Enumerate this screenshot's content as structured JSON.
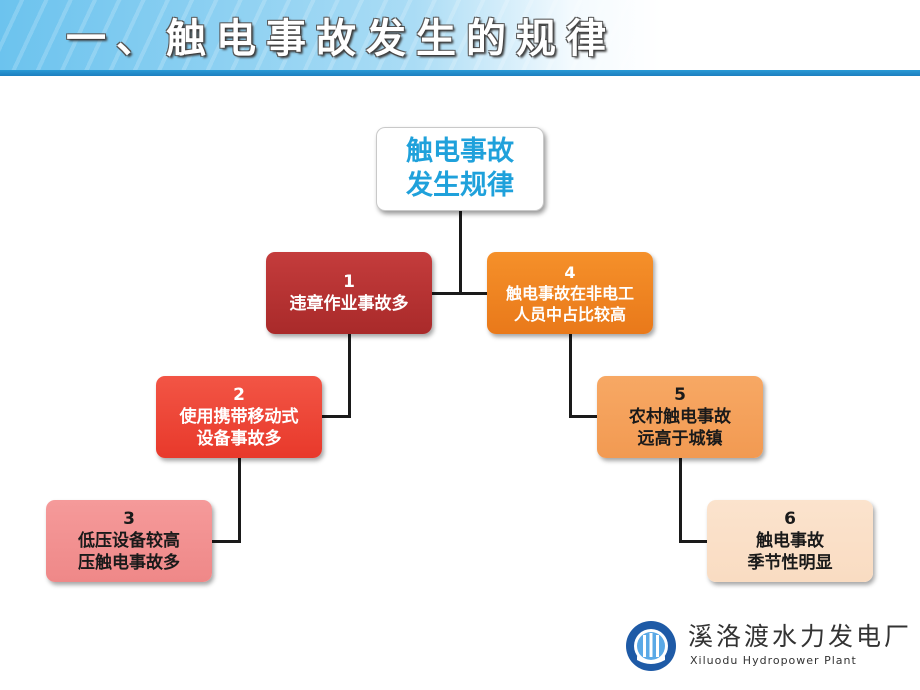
{
  "header": {
    "title": "一、触电事故发生的规律"
  },
  "diagram": {
    "root": {
      "line1": "触电事故",
      "line2": "发生规律"
    },
    "nodes": [
      {
        "number": "1",
        "line1": "违章作业事故多",
        "line2": ""
      },
      {
        "number": "2",
        "line1": "使用携带移动式",
        "line2": "设备事故多"
      },
      {
        "number": "3",
        "line1": "低压设备较高",
        "line2": "压触电事故多"
      },
      {
        "number": "4",
        "line1": "触电事故在非电工",
        "line2": "人员中占比较高"
      },
      {
        "number": "5",
        "line1": "农村触电事故",
        "line2": "远高于城镇"
      },
      {
        "number": "6",
        "line1": "触电事故",
        "line2": "季节性明显"
      }
    ]
  },
  "logo": {
    "name_cn": "溪洛渡水力发电厂",
    "name_en": "Xiluodu Hydropower Plant",
    "icon": "hydropower-plant-logo-icon",
    "colors": {
      "outer": "#1e5aa6",
      "inner": "#5aa9e6"
    }
  },
  "colors": {
    "header_accent": "#2a9ad6",
    "root_text": "#1fa1db",
    "node1": "#b83333",
    "node2": "#ec4535",
    "node3": "#f29090",
    "node4": "#ee8422",
    "node5": "#f4a05a",
    "node6": "#fadfc8"
  }
}
